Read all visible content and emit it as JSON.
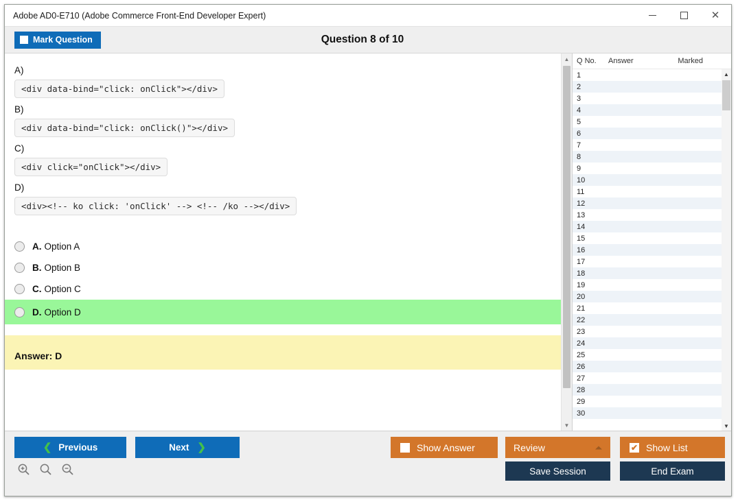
{
  "window": {
    "title": "Adobe AD0-E710 (Adobe Commerce Front-End Developer Expert)",
    "minimize_label": "–",
    "maximize_label": "",
    "close_label": "✕"
  },
  "header": {
    "mark_question_label": "Mark Question",
    "question_counter": "Question 8 of 10"
  },
  "question": {
    "options": [
      {
        "letter": "A)",
        "code": "<div data-bind=\"click: onClick\"></div>"
      },
      {
        "letter": "B)",
        "code": "<div data-bind=\"click: onClick()\"></div>"
      },
      {
        "letter": "C)",
        "code": "<div click=\"onClick\"></div>"
      },
      {
        "letter": "D)",
        "code": "<div><!-- ko click: 'onClick' --> <!-- /ko --></div>"
      }
    ],
    "choices": [
      {
        "letter": "A.",
        "text": "Option A",
        "highlighted": false
      },
      {
        "letter": "B.",
        "text": "Option B",
        "highlighted": false
      },
      {
        "letter": "C.",
        "text": "Option C",
        "highlighted": false
      },
      {
        "letter": "D.",
        "text": "Option D",
        "highlighted": true
      }
    ],
    "answer_banner": "Answer: D"
  },
  "list": {
    "columns": {
      "qno": "Q No.",
      "answer": "Answer",
      "marked": "Marked"
    },
    "rows": [
      {
        "qno": "1",
        "answer": "",
        "marked": ""
      },
      {
        "qno": "2",
        "answer": "",
        "marked": ""
      },
      {
        "qno": "3",
        "answer": "",
        "marked": ""
      },
      {
        "qno": "4",
        "answer": "",
        "marked": ""
      },
      {
        "qno": "5",
        "answer": "",
        "marked": ""
      },
      {
        "qno": "6",
        "answer": "",
        "marked": ""
      },
      {
        "qno": "7",
        "answer": "",
        "marked": ""
      },
      {
        "qno": "8",
        "answer": "",
        "marked": ""
      },
      {
        "qno": "9",
        "answer": "",
        "marked": ""
      },
      {
        "qno": "10",
        "answer": "",
        "marked": ""
      },
      {
        "qno": "11",
        "answer": "",
        "marked": ""
      },
      {
        "qno": "12",
        "answer": "",
        "marked": ""
      },
      {
        "qno": "13",
        "answer": "",
        "marked": ""
      },
      {
        "qno": "14",
        "answer": "",
        "marked": ""
      },
      {
        "qno": "15",
        "answer": "",
        "marked": ""
      },
      {
        "qno": "16",
        "answer": "",
        "marked": ""
      },
      {
        "qno": "17",
        "answer": "",
        "marked": ""
      },
      {
        "qno": "18",
        "answer": "",
        "marked": ""
      },
      {
        "qno": "19",
        "answer": "",
        "marked": ""
      },
      {
        "qno": "20",
        "answer": "",
        "marked": ""
      },
      {
        "qno": "21",
        "answer": "",
        "marked": ""
      },
      {
        "qno": "22",
        "answer": "",
        "marked": ""
      },
      {
        "qno": "23",
        "answer": "",
        "marked": ""
      },
      {
        "qno": "24",
        "answer": "",
        "marked": ""
      },
      {
        "qno": "25",
        "answer": "",
        "marked": ""
      },
      {
        "qno": "26",
        "answer": "",
        "marked": ""
      },
      {
        "qno": "27",
        "answer": "",
        "marked": ""
      },
      {
        "qno": "28",
        "answer": "",
        "marked": ""
      },
      {
        "qno": "29",
        "answer": "",
        "marked": ""
      },
      {
        "qno": "30",
        "answer": "",
        "marked": ""
      }
    ]
  },
  "footer": {
    "previous_label": "Previous",
    "next_label": "Next",
    "show_answer_label": "Show Answer",
    "review_label": "Review",
    "show_list_label": "Show List",
    "show_list_checked": true,
    "show_answer_checked": false,
    "save_session_label": "Save Session",
    "end_exam_label": "End Exam",
    "zoom_in_icon": "zoom-in-icon",
    "zoom_reset_icon": "zoom-reset-icon",
    "zoom_out_icon": "zoom-out-icon"
  },
  "colors": {
    "primary_blue": "#0f6cb8",
    "accent_orange": "#d3762a",
    "navy": "#1d3852",
    "highlight_green": "#99f799",
    "answer_yellow": "#fbf4b5",
    "chevron_green": "#44c14a"
  }
}
